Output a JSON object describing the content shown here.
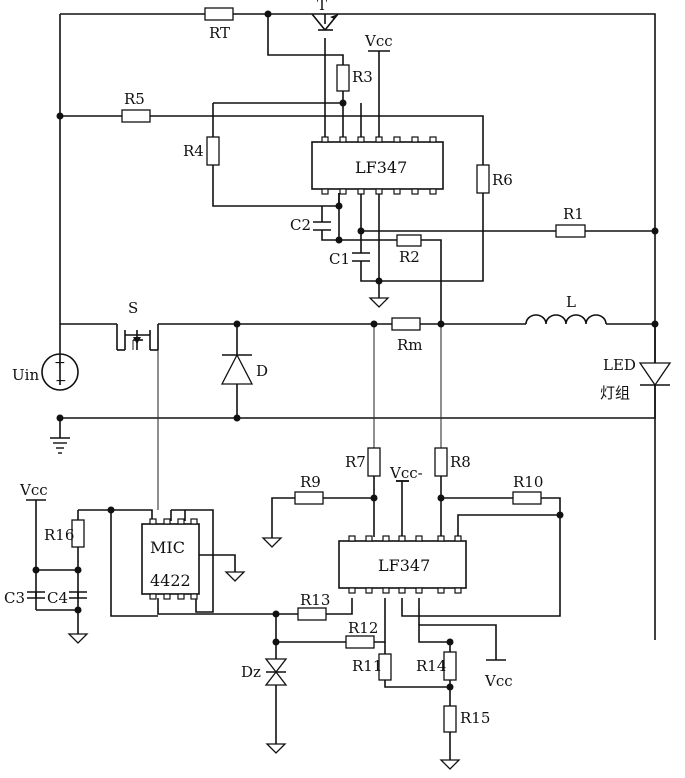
{
  "labels": {
    "RT": "RT",
    "T": "T",
    "Vcc": "Vcc",
    "Vcc_minus": "Vcc-",
    "R3": "R3",
    "R5": "R5",
    "R4": "R4",
    "R6": "R6",
    "R1": "R1",
    "R2": "R2",
    "C1": "C1",
    "C2": "C2",
    "S": "S",
    "D": "D",
    "L": "L",
    "Rm": "Rm",
    "Uin": "Uin",
    "LED": "LED",
    "LED_group": "灯组",
    "R7": "R7",
    "R8": "R8",
    "R9": "R9",
    "R10": "R10",
    "R13": "R13",
    "R12": "R12",
    "R11": "R11",
    "R14": "R14",
    "R15": "R15",
    "R16": "R16",
    "C3": "C3",
    "C4": "C4",
    "Dz": "Dz",
    "MIC": "MIC",
    "mic_part": "4422",
    "opamp_top": "LF347",
    "opamp_bottom": "LF347"
  }
}
